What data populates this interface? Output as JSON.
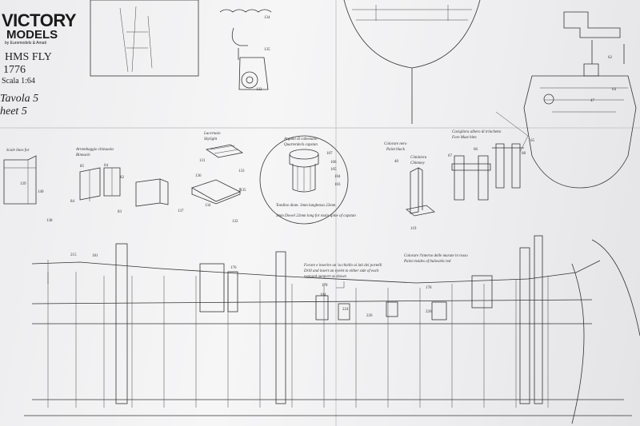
{
  "brand": {
    "line1": "VICTORY",
    "line2": "MODELS",
    "byline": "by Euromodels & Amati"
  },
  "title": {
    "ship": "HMS FLY",
    "year": "1776",
    "scale": "Scala 1:64",
    "tavola": "Tavola 5",
    "sheet": "heet 5"
  },
  "callouts": {
    "lucernaio": "Lucernaio",
    "skylight": "Skylight",
    "capstan_it": "Argano di cabestano",
    "capstan_en": "Quarterdeck capstan",
    "tondino": "Tondino diam. 3mm lunghezza 22mm",
    "dowel": "3mm Dowel 22mm long for main spine of capstan",
    "colorare_nero": "Colorare nero",
    "paint_black": "Paint black",
    "ciminiera": "Ciminiera",
    "chimney": "Chimney",
    "cavigliera": "Cavigliera albero di trinchetto",
    "fore_mast_bitts": "Fore Mast bitts",
    "arrembaggio": "Arrembaggio chiesuola",
    "binnacle": "Binnacle",
    "forare_it": "Forare e inserire un 'occhiello ai lati dei portelli",
    "drill_en": "Drill and insert an eyelet to either side of each",
    "gunport": "exposed gunport as shown",
    "colorare_rosso": "Colorare l'interno delle murate in rosso",
    "paint_red": "Paint insides of bulwarks red",
    "scale_note": "Scale lines for"
  },
  "parts": [
    "139",
    "140",
    "138",
    "85",
    "64",
    "82",
    "84",
    "83",
    "131",
    "133",
    "136",
    "137",
    "134",
    "135",
    "132",
    "107",
    "106",
    "105",
    "104",
    "103",
    "40",
    "119",
    "67",
    "66",
    "68",
    "65",
    "178",
    "104",
    "224",
    "226",
    "178",
    "226",
    "176",
    "215",
    "181",
    "134",
    "135",
    "132",
    "62",
    "47",
    "64"
  ]
}
